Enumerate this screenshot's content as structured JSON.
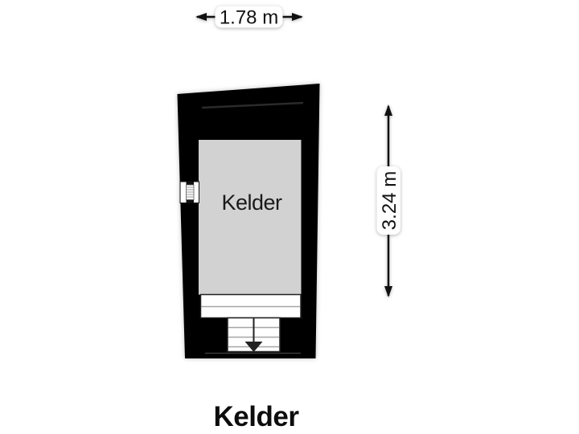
{
  "page": {
    "background_color": "#FFFFFF"
  },
  "floorplan": {
    "title": "Kelder",
    "room": {
      "label": "Kelder",
      "fill_color": "#D2D2D2",
      "wall_color": "#000000"
    },
    "dimensions": {
      "width": {
        "label": "1.78 m",
        "value_m": 1.78
      },
      "height": {
        "label": "3.24 m",
        "value_m": 3.24
      }
    },
    "stairs": {
      "direction": "down",
      "wide_steps": 2,
      "narrow_steps": 4
    },
    "window": {
      "position": "left-wall",
      "count": 1
    },
    "label_box_color": "#FFFFFF",
    "step_line_color": "#A6A6A6"
  }
}
